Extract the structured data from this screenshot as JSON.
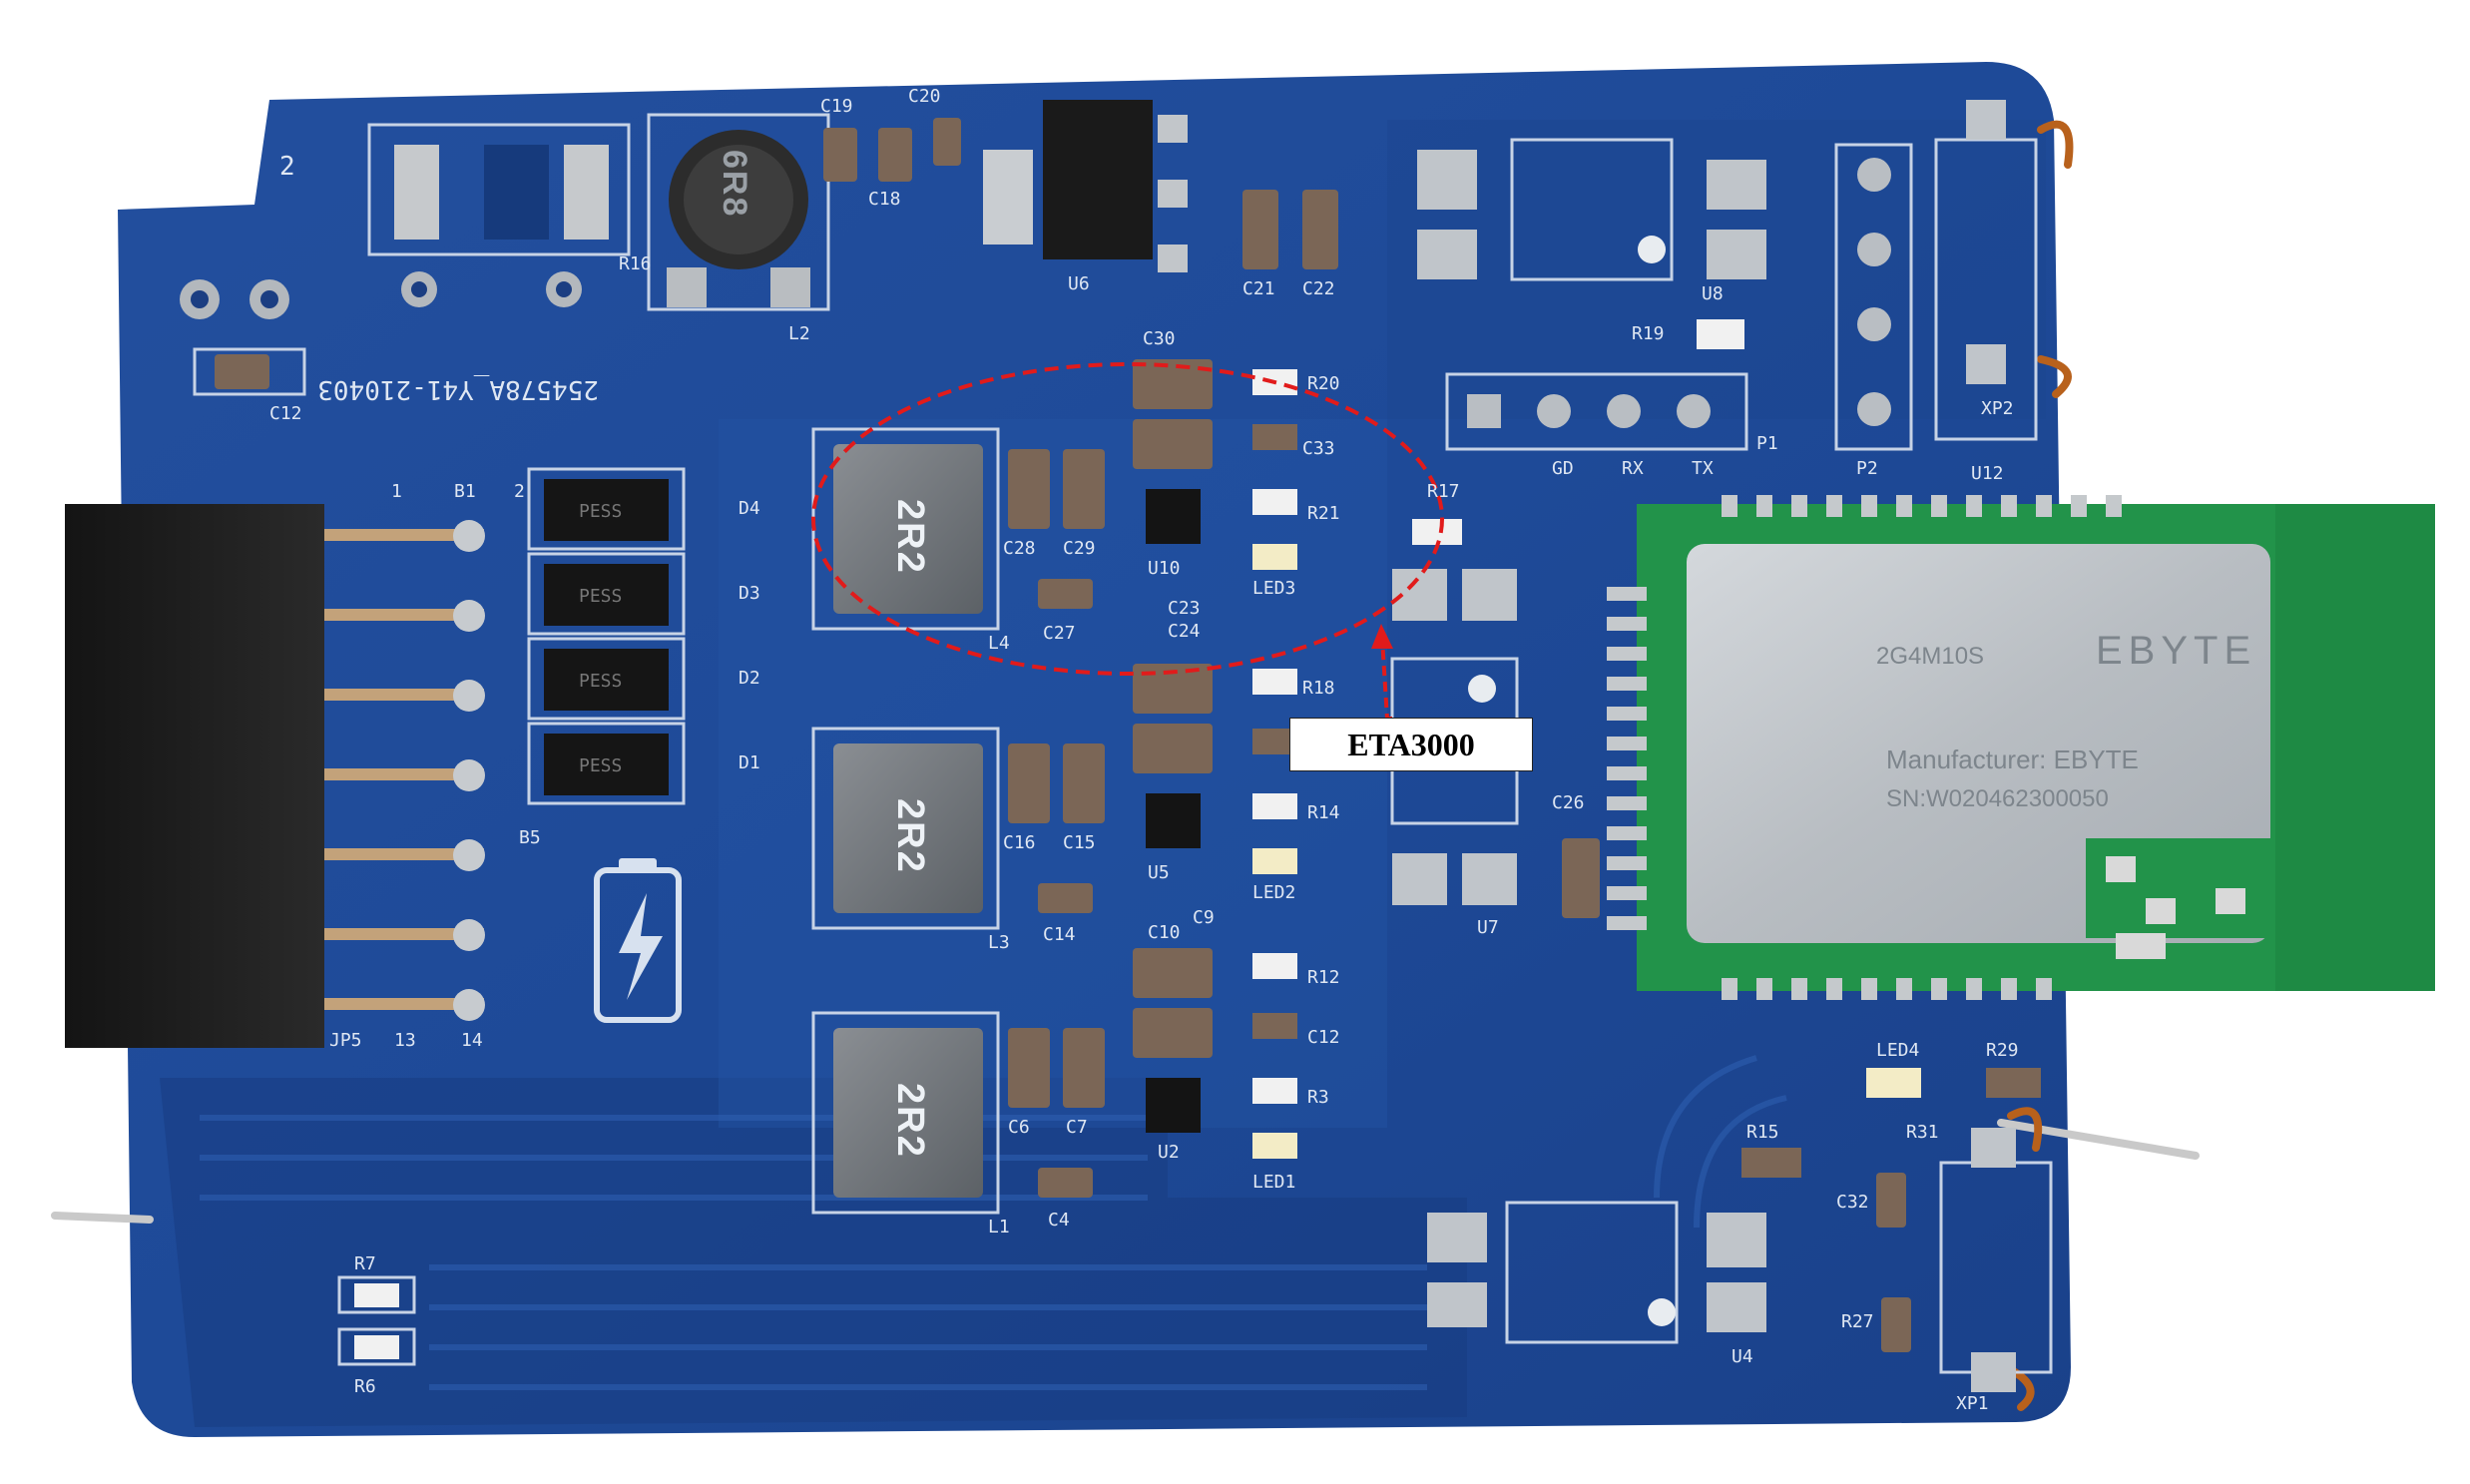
{
  "callout": {
    "label": "ETA3000"
  },
  "board_marking": "254578A_Y41-210403",
  "inductor_marking": "2R2",
  "big_inductor_marking": "6R8",
  "diode_marking": "PESS",
  "module": {
    "model": "2G4M10S",
    "brand": "EBYTE",
    "manufacturer_line": "Manufacturer: EBYTE",
    "sn_line": "SN:W020462300050"
  },
  "silkscreen": {
    "header_pins": [
      "1",
      "2",
      "B1",
      "B5",
      "13",
      "14",
      "JP5"
    ],
    "diodes": [
      "D4",
      "D3",
      "D2",
      "D1"
    ],
    "top_parts": [
      "R16",
      "L2",
      "C19",
      "C20",
      "C18",
      "U6",
      "C21",
      "C22",
      "C12",
      "2"
    ],
    "reg1": [
      "L4",
      "C28",
      "C29",
      "U10",
      "C27",
      "C30",
      "C33",
      "R20",
      "R21",
      "LED3"
    ],
    "reg2": [
      "L3",
      "C16",
      "C15",
      "U5",
      "C14",
      "C23",
      "C24",
      "R18",
      "R14",
      "LED2"
    ],
    "reg3": [
      "L1",
      "C6",
      "C7",
      "U2",
      "C4",
      "C10",
      "C9",
      "R12",
      "C12",
      "R3",
      "LED1"
    ],
    "ports": [
      "GD",
      "RX",
      "TX",
      "P1",
      "P2",
      "U8",
      "R19",
      "U12",
      "XP2"
    ],
    "right_parts": [
      "R17",
      "U7",
      "C26",
      "LED4",
      "R29",
      "R15",
      "R31",
      "C32",
      "R27",
      "U4",
      "XP1"
    ],
    "bottom_left": [
      "R7",
      "R6"
    ]
  },
  "colors": {
    "background": "#ffffff",
    "pcb": "#1f4f9a",
    "pcb_dark": "#173f80",
    "module_pcb": "#1f9a4a",
    "shield": "#b9bec4",
    "highlight": "#e11b1b"
  }
}
